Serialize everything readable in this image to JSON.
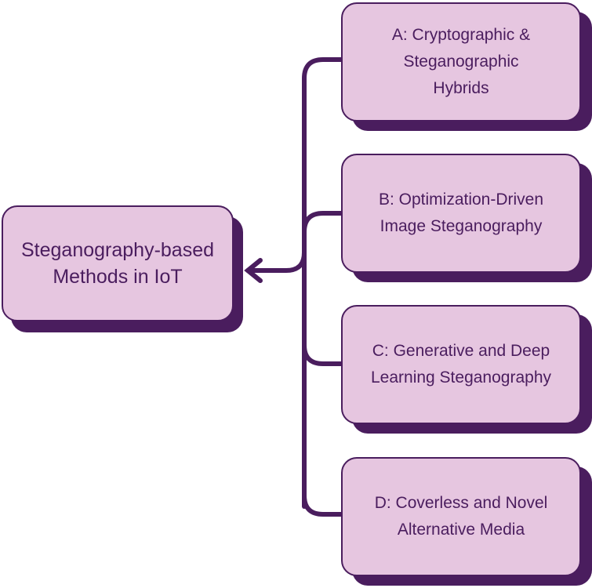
{
  "colors": {
    "box_fill": "#e6c6e0",
    "outline": "#4a1d5e",
    "connector": "#4a1d5e",
    "background": "#ffffff"
  },
  "root": {
    "label": "Steganography-based\nMethods in IoT"
  },
  "children": [
    {
      "label": "A: Cryptographic &\nSteganographic\nHybrids"
    },
    {
      "label": "B: Optimization-Driven\nImage Steganography"
    },
    {
      "label": "C: Generative and Deep\nLearning Steganography"
    },
    {
      "label": "D: Coverless and Novel\nAlternative Media"
    }
  ]
}
